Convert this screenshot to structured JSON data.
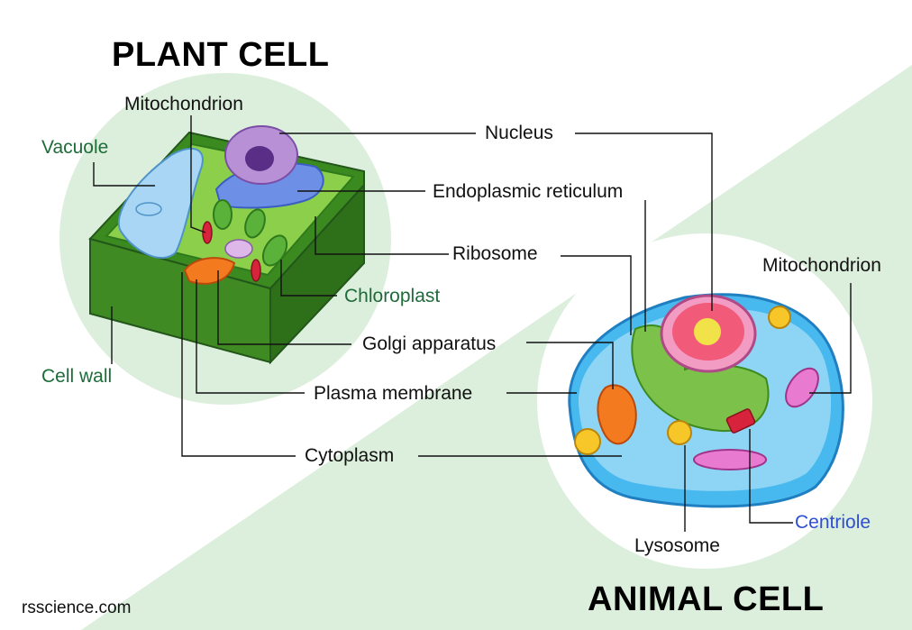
{
  "titles": {
    "plant": "PLANT CELL",
    "animal": "ANIMAL CELL"
  },
  "credit": "rsscience.com",
  "labels": {
    "mitochondrion_plant": "Mitochondrion",
    "vacuole": "Vacuole",
    "cell_wall": "Cell wall",
    "nucleus": "Nucleus",
    "endoplasmic_reticulum": "Endoplasmic reticulum",
    "ribosome": "Ribosome",
    "chloroplast": "Chloroplast",
    "golgi_apparatus": "Golgi apparatus",
    "plasma_membrane": "Plasma membrane",
    "cytoplasm": "Cytoplasm",
    "mitochondrion_animal": "Mitochondrion",
    "centriole": "Centriole",
    "lysosome": "Lysosome"
  },
  "colors": {
    "plant_label": "#1f6b3a",
    "centriole_label": "#2f4fd0",
    "background_circle": "#dcefdc",
    "background_band": "#dcefdc"
  }
}
